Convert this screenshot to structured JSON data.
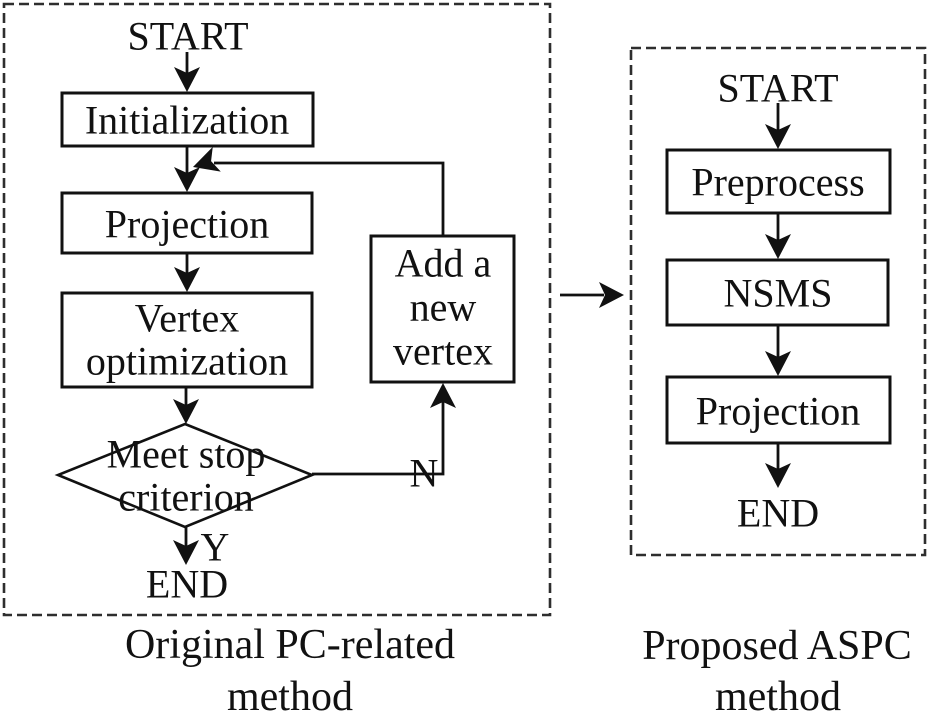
{
  "figure": {
    "left": {
      "caption_line1": "Original PC-related",
      "caption_line2": "method",
      "start_label": "START",
      "end_label": "END",
      "boxes": {
        "initialization": "Initialization",
        "projection": "Projection",
        "vertex_opt_line1": "Vertex",
        "vertex_opt_line2": "optimization",
        "add_vertex_line1": "Add a",
        "add_vertex_line2": "new",
        "add_vertex_line3": "vertex"
      },
      "decision_line1": "Meet stop",
      "decision_line2": "criterion",
      "branch_yes": "Y",
      "branch_no": "N"
    },
    "right": {
      "caption_line1": "Proposed ASPC",
      "caption_line2": "method",
      "start_label": "START",
      "end_label": "END",
      "boxes": {
        "preprocess": "Preprocess",
        "nsms": "NSMS",
        "projection": "Projection"
      }
    },
    "colors": {
      "ink": "#111111",
      "dashed_border": "#2e2e2e",
      "background": "#ffffff"
    }
  }
}
